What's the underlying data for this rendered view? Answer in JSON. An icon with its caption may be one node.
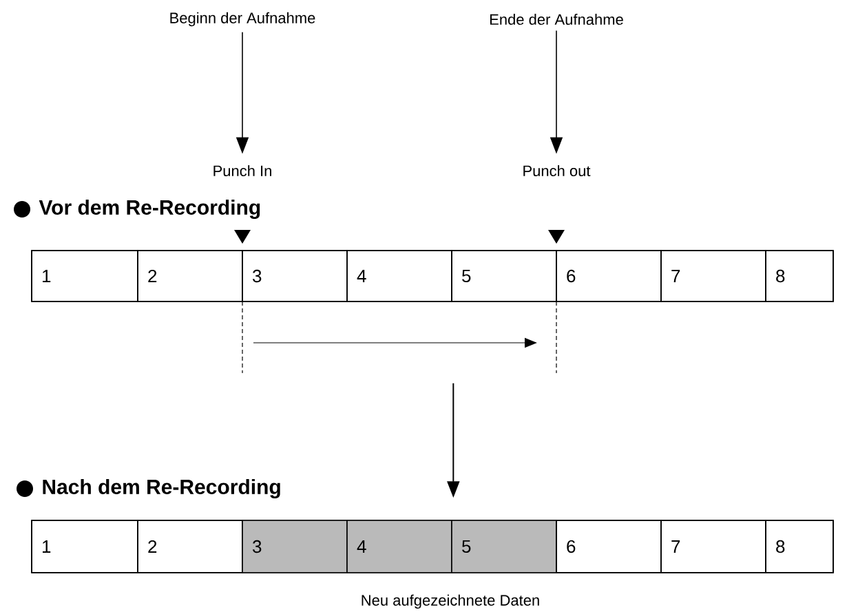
{
  "diagram": {
    "nodes": [
      {
        "text": [
          "Beginn der Aufnahme"
        ]
      },
      {
        "text": [
          "Punch In"
        ]
      },
      {
        "text": [
          "Ende der Aufnahme"
        ]
      },
      {
        "text": [
          "Punch out"
        ]
      },
      {
        "text": [],
        "shape": "bar"
      },
      {
        "text": [
          "1"
        ],
        "in": 4
      },
      {
        "text": [
          "2"
        ],
        "in": 4
      },
      {
        "text": [
          "3"
        ],
        "in": 4
      },
      {
        "text": [
          "4"
        ],
        "in": 4
      },
      {
        "text": [
          "5"
        ],
        "in": 4
      },
      {
        "text": [
          "6"
        ],
        "in": 4
      },
      {
        "text": [
          "7"
        ],
        "in": 4
      },
      {
        "text": [
          "8"
        ],
        "in": 4
      },
      {
        "text": [],
        "shape": "bar"
      },
      {
        "text": [
          "1"
        ],
        "in": 13
      },
      {
        "text": [
          "2"
        ],
        "in": 13
      },
      {
        "text": [
          "3"
        ],
        "in": 13
      },
      {
        "text": [
          "4"
        ],
        "in": 13
      },
      {
        "text": [
          "5"
        ],
        "in": 13
      },
      {
        "text": [
          "6"
        ],
        "in": 13
      },
      {
        "text": [
          "7"
        ],
        "in": 13
      },
      {
        "text": [
          "8"
        ],
        "in": 13
      }
    ],
    "edges": [
      {
        "from": 0,
        "to": 1,
        "arrow": "to"
      },
      {
        "from": 2,
        "to": 3,
        "arrow": "to"
      },
      {
        "from": 4,
        "to": 13,
        "arrow": "to"
      }
    ],
    "labels": [
      "Vor dem Re-Recording",
      "Nach dem Re-Recording",
      "Neu aufgezeichnete Daten"
    ]
  }
}
